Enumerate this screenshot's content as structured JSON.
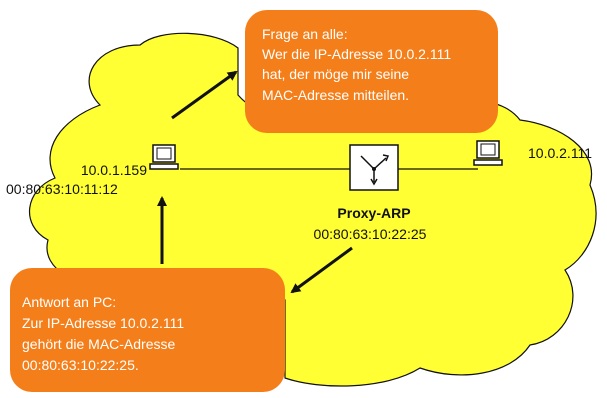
{
  "colors": {
    "cloud_fill": "#ffff33",
    "cloud_stroke": "#111111",
    "bubble_fill": "#f47f1a",
    "arrow": "#111111",
    "switch_fill": "#ffffff"
  },
  "pc_left": {
    "icon": "computer-icon",
    "ip": "10.0.1.159",
    "mac": "00:80:63:10:11:12"
  },
  "pc_right": {
    "icon": "computer-icon",
    "ip": "10.0.2.111"
  },
  "router": {
    "icon": "router-icon",
    "name": "Proxy-ARP",
    "mac": "00:80:63:10:22:25"
  },
  "bubble_question": {
    "lines": [
      "Frage an alle:",
      "Wer die IP-Adresse 10.0.2.111",
      "hat, der möge mir seine",
      "MAC-Adresse mitteilen."
    ]
  },
  "bubble_answer": {
    "lines": [
      "Antwort an PC:",
      "Zur IP-Adresse 10.0.2.111",
      "gehört die MAC-Adresse",
      "00:80:63:10:22:25."
    ]
  }
}
